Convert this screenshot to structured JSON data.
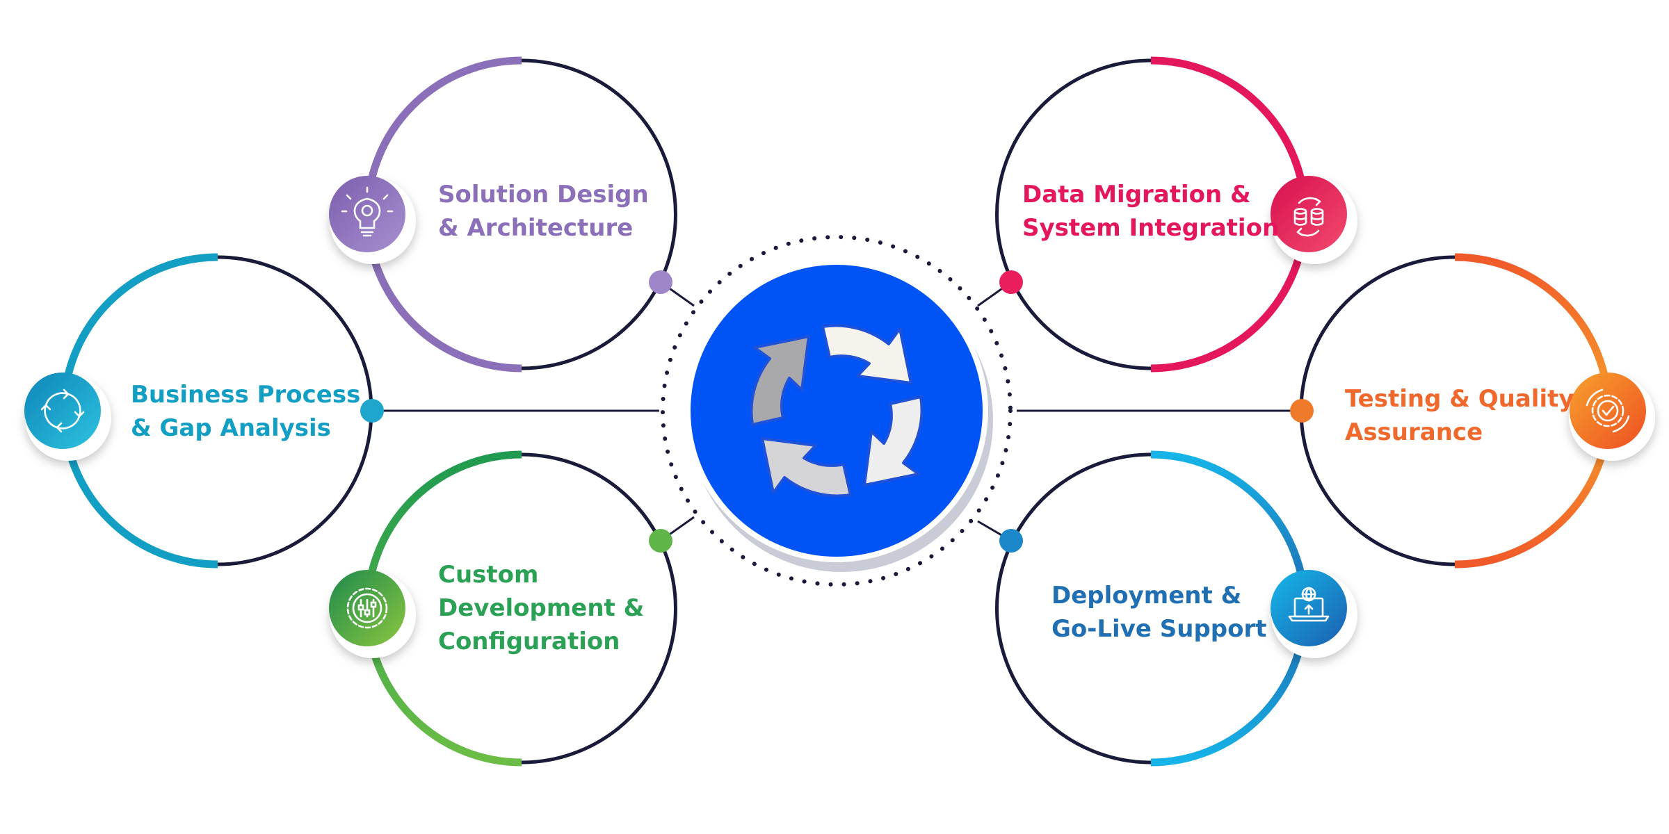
{
  "diagram": {
    "stages": [
      {
        "id": "solution",
        "lines": [
          "Solution Design",
          "& Architecture"
        ],
        "color": "#8b6fb8",
        "color2": "#9f86c8",
        "icon": "lightbulb-gear-icon"
      },
      {
        "id": "business",
        "lines": [
          "Business Process",
          "& Gap Analysis"
        ],
        "color": "#139fc4",
        "color2": "#2bb6d8",
        "icon": "cycle-arrows-icon"
      },
      {
        "id": "custom",
        "lines": [
          "Custom",
          "Development &",
          "Configuration"
        ],
        "color": "#2aa155",
        "color2": "#7cc243",
        "icon": "settings-sliders-icon"
      },
      {
        "id": "data",
        "lines": [
          "Data Migration &",
          "System Integration"
        ],
        "color": "#e4165c",
        "color2": "#f0265f",
        "icon": "database-sync-icon"
      },
      {
        "id": "testing",
        "lines": [
          "Testing & Quality",
          "Assurance"
        ],
        "color": "#f0692c",
        "color2": "#f7a12c",
        "icon": "gear-check-icon"
      },
      {
        "id": "deploy",
        "lines": [
          "Deployment &",
          "Go-Live Support"
        ],
        "color": "#1f6fb2",
        "color2": "#18b0e6",
        "icon": "laptop-upload-icon"
      }
    ],
    "hub": {
      "icon": "cycle-arrows-hub-icon",
      "color": "#0053f5"
    },
    "outline_color": "#1a1a3a"
  }
}
